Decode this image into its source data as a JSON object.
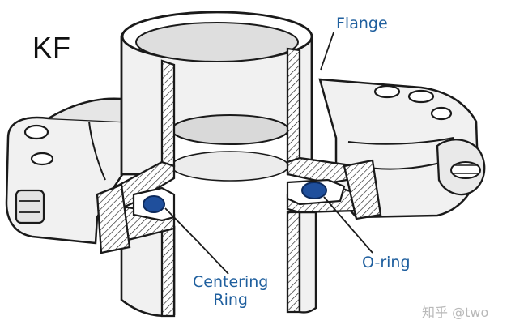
{
  "diagram": {
    "title": "KF",
    "labels": {
      "flange": "Flange",
      "centering_ring_line1": "Centering",
      "centering_ring_line2": "Ring",
      "o_ring": "O-ring"
    },
    "watermark": "知乎 @two"
  },
  "colors": {
    "outline": "#1a1a1a",
    "metal_fill": "#f1f1f1",
    "metal_shade": "#d6d6d6",
    "o_ring": "#1f4f9c",
    "label_text": "#1f5f9e"
  }
}
